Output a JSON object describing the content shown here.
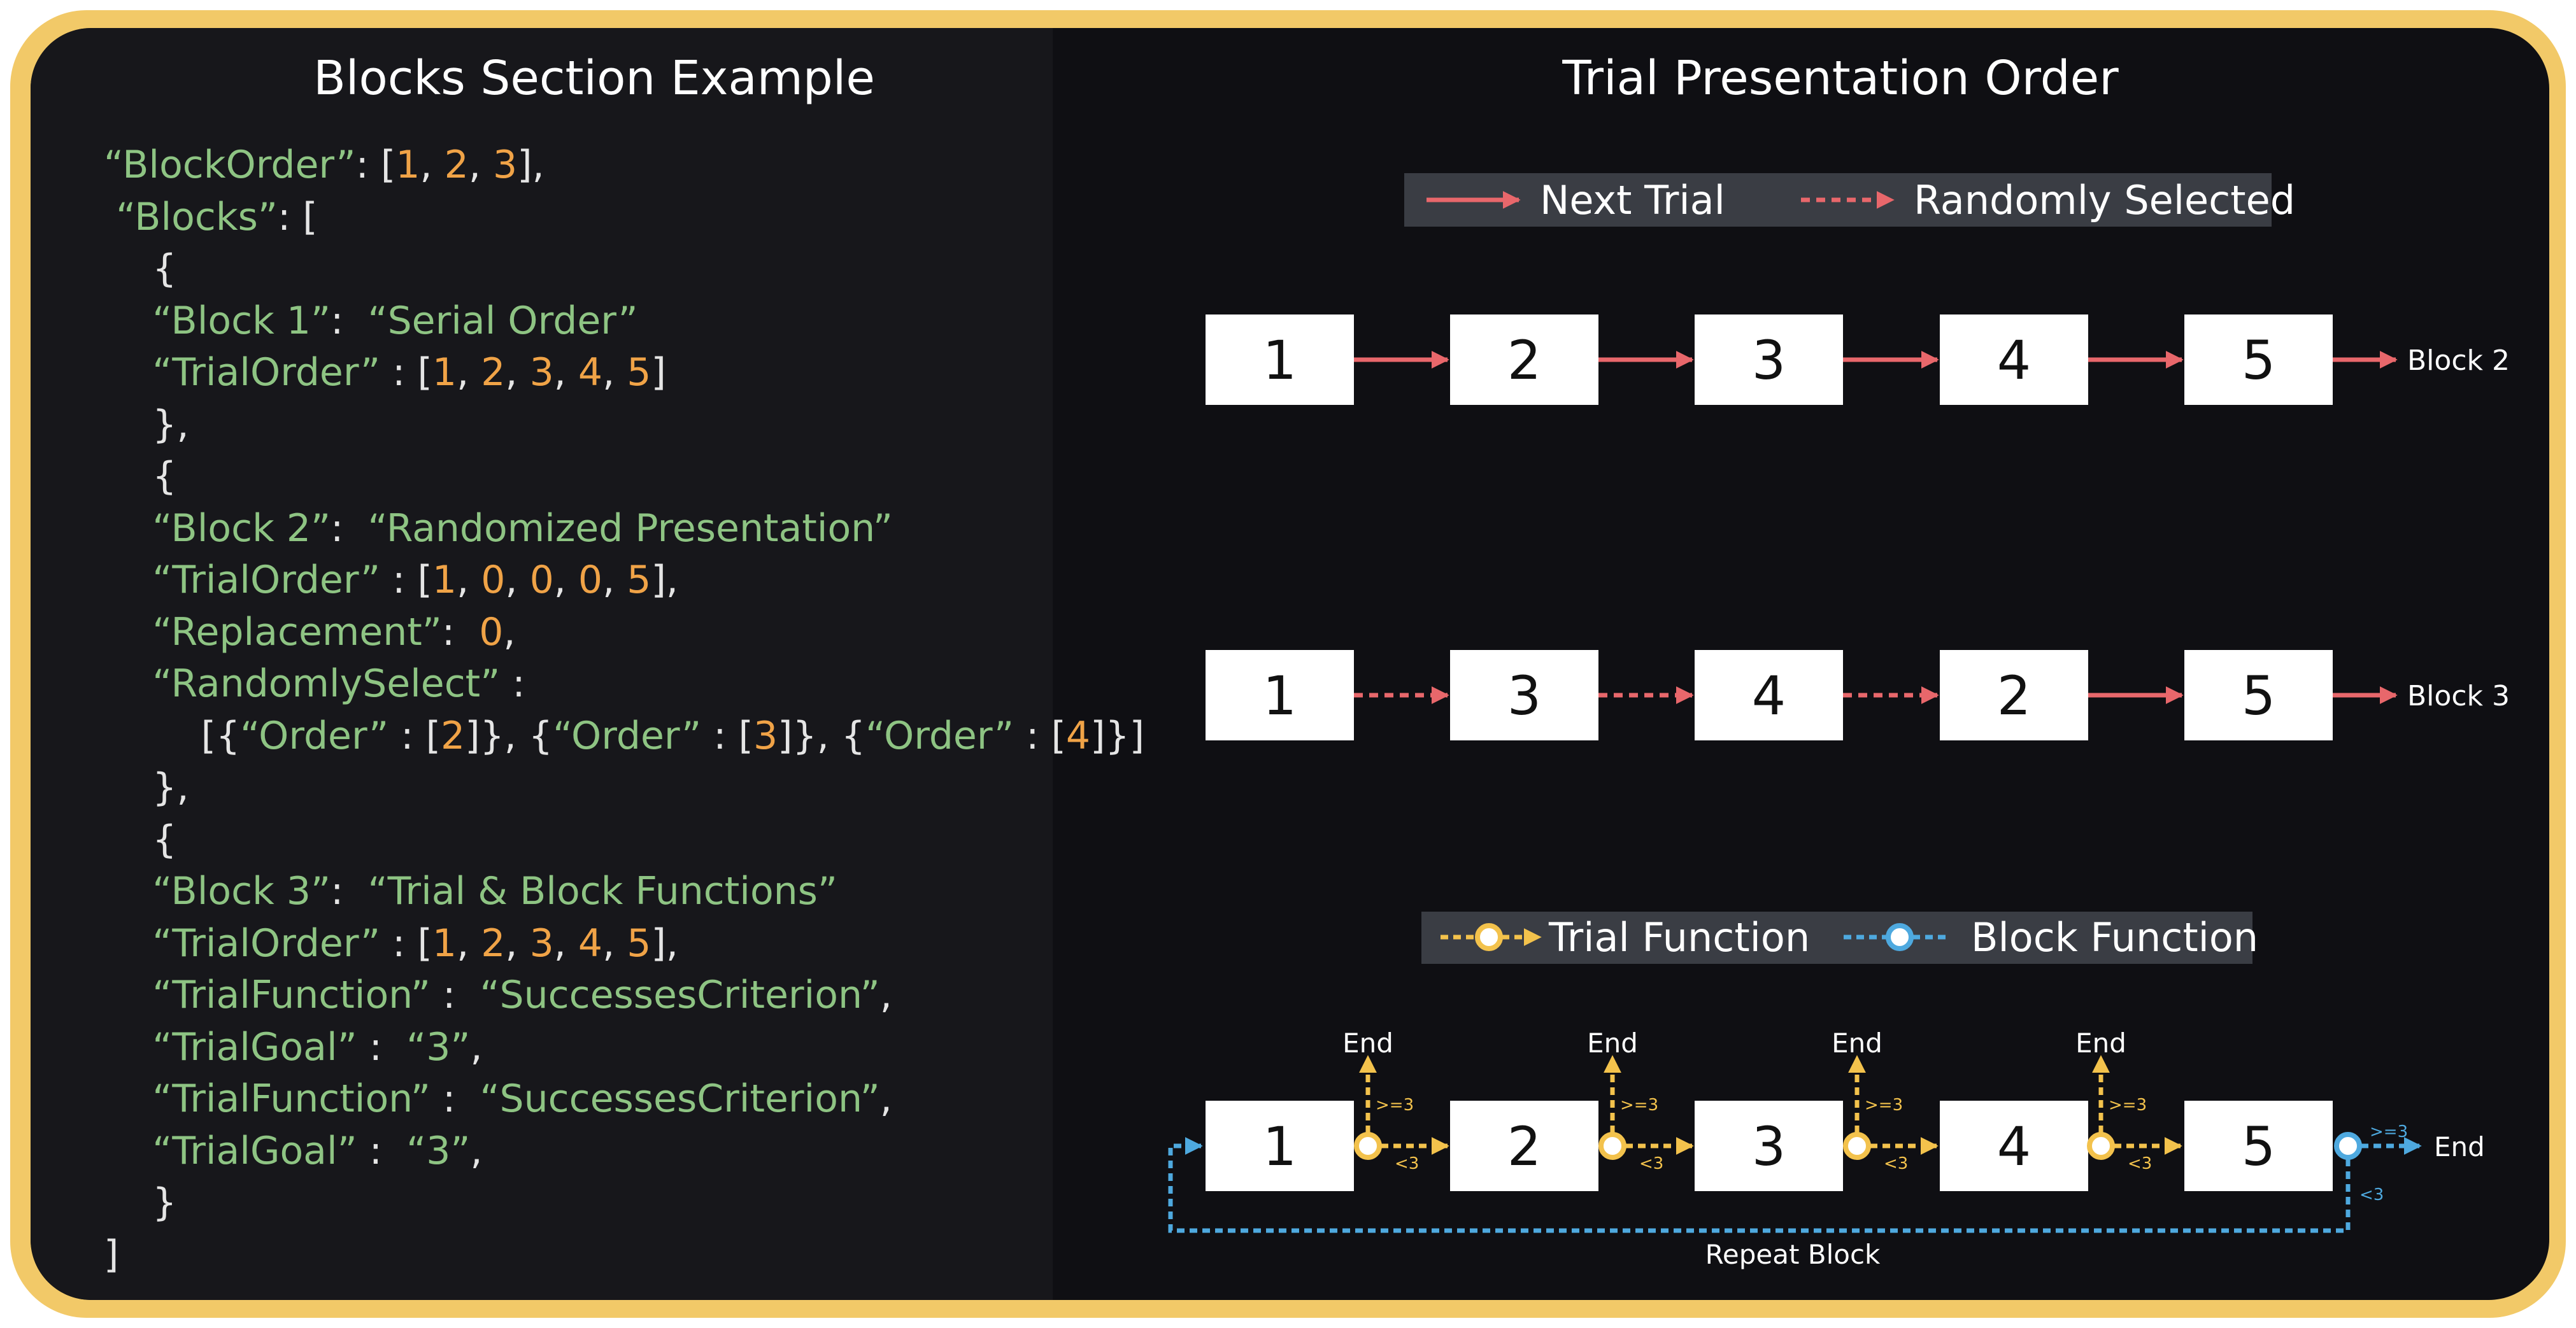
{
  "left_title": "Blocks Section Example",
  "right_title": "Trial Presentation Order",
  "legend_top": {
    "next_trial": "Next Trial",
    "randomly_selected": "Randomly Selected"
  },
  "legend_bottom": {
    "trial_function": "Trial Function",
    "block_function": "Block Function"
  },
  "row1": {
    "boxes": [
      "1",
      "2",
      "3",
      "4",
      "5"
    ],
    "links": [
      "solid",
      "solid",
      "solid",
      "solid"
    ],
    "exit": "Block 2"
  },
  "row2": {
    "boxes": [
      "1",
      "3",
      "4",
      "2",
      "5"
    ],
    "links": [
      "dashed",
      "dashed",
      "dashed",
      "solid"
    ],
    "exit": "Block 3"
  },
  "row3": {
    "boxes": [
      "1",
      "2",
      "3",
      "4",
      "5"
    ],
    "end_label": "End",
    "up_label": ">=3",
    "right_label": "<3",
    "exit_label": "End",
    "repeat_label": "Repeat Block"
  },
  "colors": {
    "red": "#e8676b",
    "yellow": "#f3c24c",
    "blue": "#4ea9df",
    "frame": "#f2c968"
  },
  "code": [
    [
      [
        "g",
        "“BlockOrder”"
      ],
      [
        "w",
        ": ["
      ],
      [
        "o",
        "1"
      ],
      [
        "w",
        ", "
      ],
      [
        "o",
        "2"
      ],
      [
        "w",
        ", "
      ],
      [
        "o",
        "3"
      ],
      [
        "w",
        "],"
      ]
    ],
    [
      [
        "g",
        " “Blocks”"
      ],
      [
        "w",
        ": ["
      ]
    ],
    [
      [
        "w",
        "    {"
      ]
    ],
    [
      [
        "g",
        "    “Block 1”"
      ],
      [
        "w",
        ":  "
      ],
      [
        "g",
        "“Serial Order”"
      ]
    ],
    [
      [
        "g",
        "    “TrialOrder”"
      ],
      [
        "w",
        " : ["
      ],
      [
        "o",
        "1"
      ],
      [
        "w",
        ", "
      ],
      [
        "o",
        "2"
      ],
      [
        "w",
        ", "
      ],
      [
        "o",
        "3"
      ],
      [
        "w",
        ", "
      ],
      [
        "o",
        "4"
      ],
      [
        "w",
        ", "
      ],
      [
        "o",
        "5"
      ],
      [
        "w",
        "]"
      ]
    ],
    [
      [
        "w",
        "    },"
      ]
    ],
    [
      [
        "w",
        "    {"
      ]
    ],
    [
      [
        "g",
        "    “Block 2”"
      ],
      [
        "w",
        ":  "
      ],
      [
        "g",
        "“Randomized Presentation”"
      ]
    ],
    [
      [
        "g",
        "    “TrialOrder”"
      ],
      [
        "w",
        " : ["
      ],
      [
        "o",
        "1"
      ],
      [
        "w",
        ", "
      ],
      [
        "o",
        "0"
      ],
      [
        "w",
        ", "
      ],
      [
        "o",
        "0"
      ],
      [
        "w",
        ", "
      ],
      [
        "o",
        "0"
      ],
      [
        "w",
        ", "
      ],
      [
        "o",
        "5"
      ],
      [
        "w",
        "],"
      ]
    ],
    [
      [
        "g",
        "    “Replacement”"
      ],
      [
        "w",
        ":  "
      ],
      [
        "o",
        "0"
      ],
      [
        "w",
        ","
      ]
    ],
    [
      [
        "g",
        "    “RandomlySelect”"
      ],
      [
        "w",
        " :"
      ]
    ],
    [
      [
        "w",
        "        [{"
      ],
      [
        "g",
        "“Order”"
      ],
      [
        "w",
        " : ["
      ],
      [
        "o",
        "2"
      ],
      [
        "w",
        "]}, {"
      ],
      [
        "g",
        "“Order”"
      ],
      [
        "w",
        " : ["
      ],
      [
        "o",
        "3"
      ],
      [
        "w",
        "]}, {"
      ],
      [
        "g",
        "“Order”"
      ],
      [
        "w",
        " : ["
      ],
      [
        "o",
        "4"
      ],
      [
        "w",
        "]}]"
      ]
    ],
    [
      [
        "w",
        "    },"
      ]
    ],
    [
      [
        "w",
        "    {"
      ]
    ],
    [
      [
        "g",
        "    “Block 3”"
      ],
      [
        "w",
        ":  "
      ],
      [
        "g",
        "“Trial & Block Functions”"
      ]
    ],
    [
      [
        "g",
        "    “TrialOrder”"
      ],
      [
        "w",
        " : ["
      ],
      [
        "o",
        "1"
      ],
      [
        "w",
        ", "
      ],
      [
        "o",
        "2"
      ],
      [
        "w",
        ", "
      ],
      [
        "o",
        "3"
      ],
      [
        "w",
        ", "
      ],
      [
        "o",
        "4"
      ],
      [
        "w",
        ", "
      ],
      [
        "o",
        "5"
      ],
      [
        "w",
        "],"
      ]
    ],
    [
      [
        "g",
        "    “TrialFunction”"
      ],
      [
        "w",
        " :  "
      ],
      [
        "g",
        "“SuccessesCriterion”"
      ],
      [
        "w",
        ","
      ]
    ],
    [
      [
        "g",
        "    “TrialGoal”"
      ],
      [
        "w",
        " :  "
      ],
      [
        "g",
        "“3”"
      ],
      [
        "w",
        ","
      ]
    ],
    [
      [
        "g",
        "    “TrialFunction”"
      ],
      [
        "w",
        " :  "
      ],
      [
        "g",
        "“SuccessesCriterion”"
      ],
      [
        "w",
        ","
      ]
    ],
    [
      [
        "g",
        "    “TrialGoal”"
      ],
      [
        "w",
        " :  "
      ],
      [
        "g",
        "“3”"
      ],
      [
        "w",
        ","
      ]
    ],
    [
      [
        "w",
        "    }"
      ]
    ],
    [
      [
        "w",
        "]"
      ]
    ]
  ]
}
